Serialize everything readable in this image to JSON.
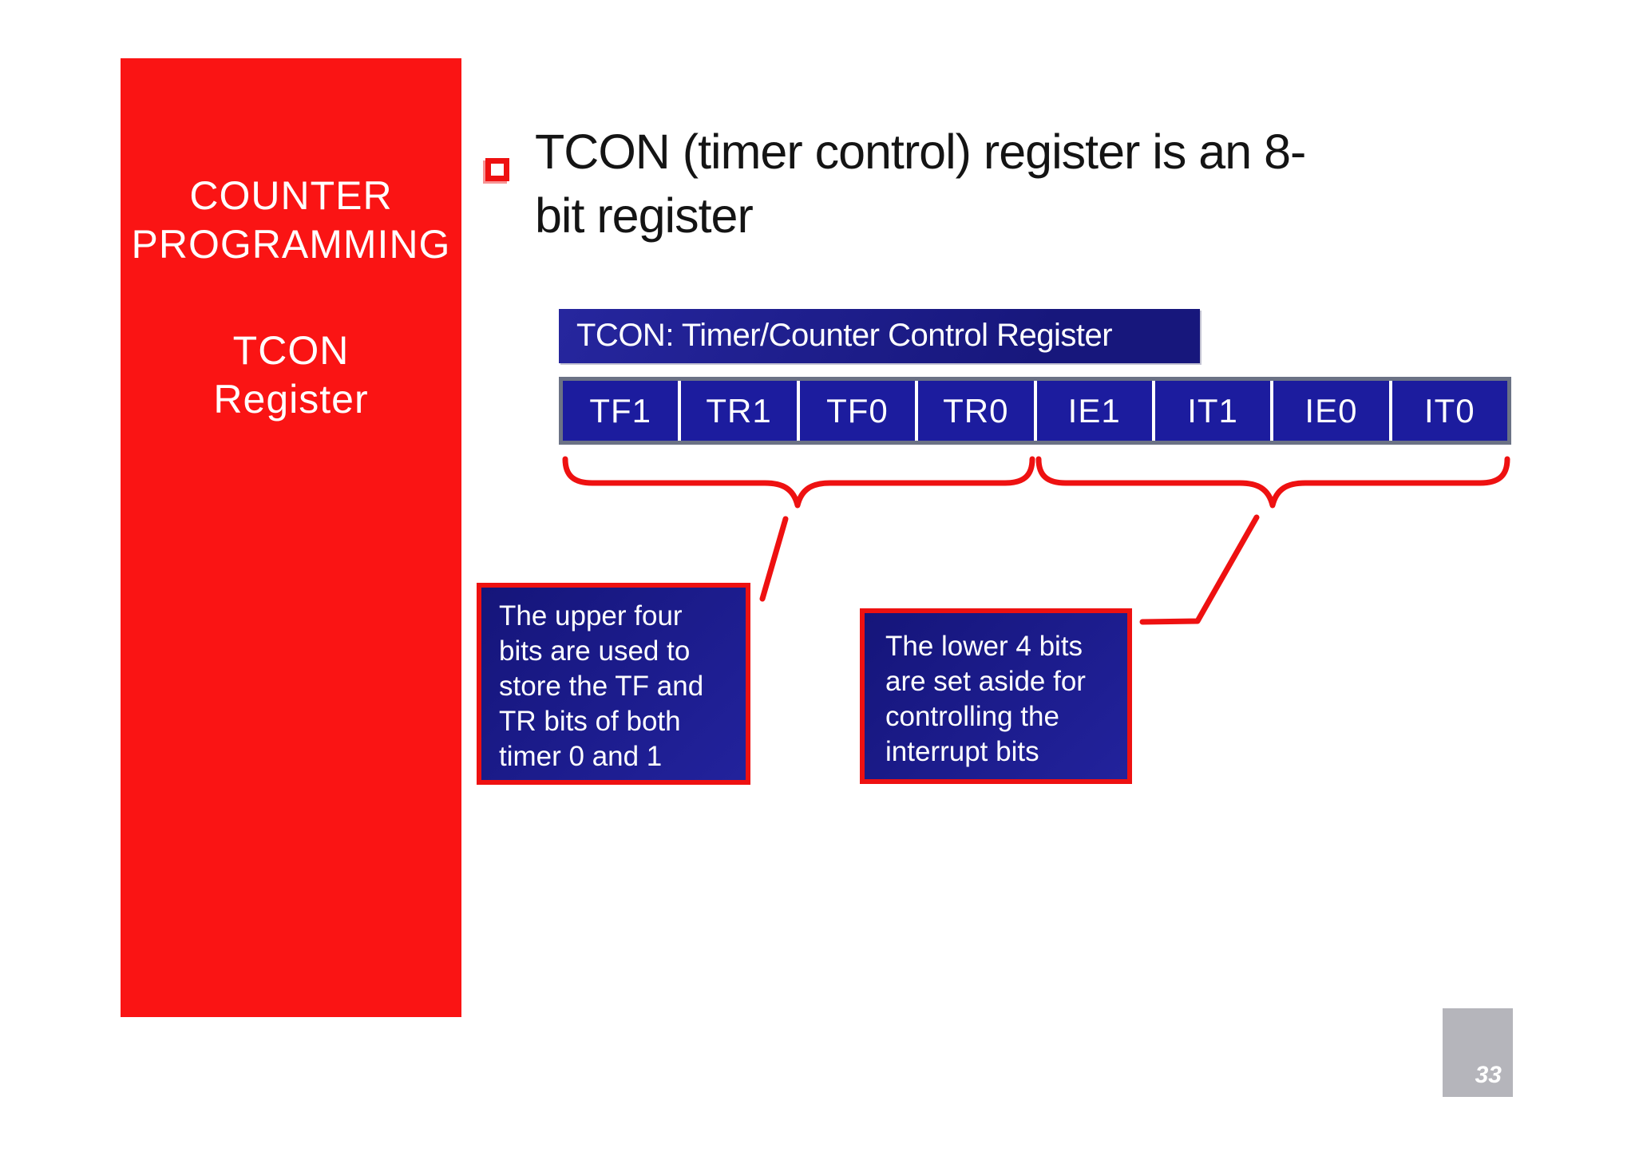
{
  "page": {
    "number": "33",
    "background": "#ffffff"
  },
  "sidebar": {
    "title_lines": [
      "COUNTER",
      "PROGRAMMING"
    ],
    "subtitle_lines": [
      "TCON",
      "Register"
    ]
  },
  "title": {
    "lines": [
      "TCON (timer control) register is an 8-",
      "bit register"
    ],
    "full_text": "TCON (timer control) register is an 8-bit register"
  },
  "register": {
    "header": "TCON: Timer/Counter Control Register",
    "bits": [
      "TF1",
      "TR1",
      "TF0",
      "TR0",
      "IE1",
      "IT1",
      "IE0",
      "IT0"
    ]
  },
  "callouts": {
    "upper_bits": {
      "lines": [
        "The upper four",
        "bits are used to",
        "store the TF and",
        "TR bits of both",
        "timer 0 and 1"
      ],
      "full_text": "The upper four bits are used to store the TF and TR bits of both timer 0 and 1"
    },
    "lower_bits": {
      "lines": [
        "The lower 4 bits",
        "are set aside for",
        "controlling the",
        "interrupt bits"
      ],
      "full_text": "The lower 4 bits are set aside for controlling the interrupt bits"
    }
  },
  "colors": {
    "accent_red": "#ee1111",
    "sidebar_red": "#fa1414",
    "header_navy": "#17177c",
    "cell_blue": "#1c1c9e",
    "callout_navy": "#1a1a8e",
    "frame_gray": "#6b7285",
    "badge_gray": "#b5b5bb",
    "title_text": "#141414"
  }
}
